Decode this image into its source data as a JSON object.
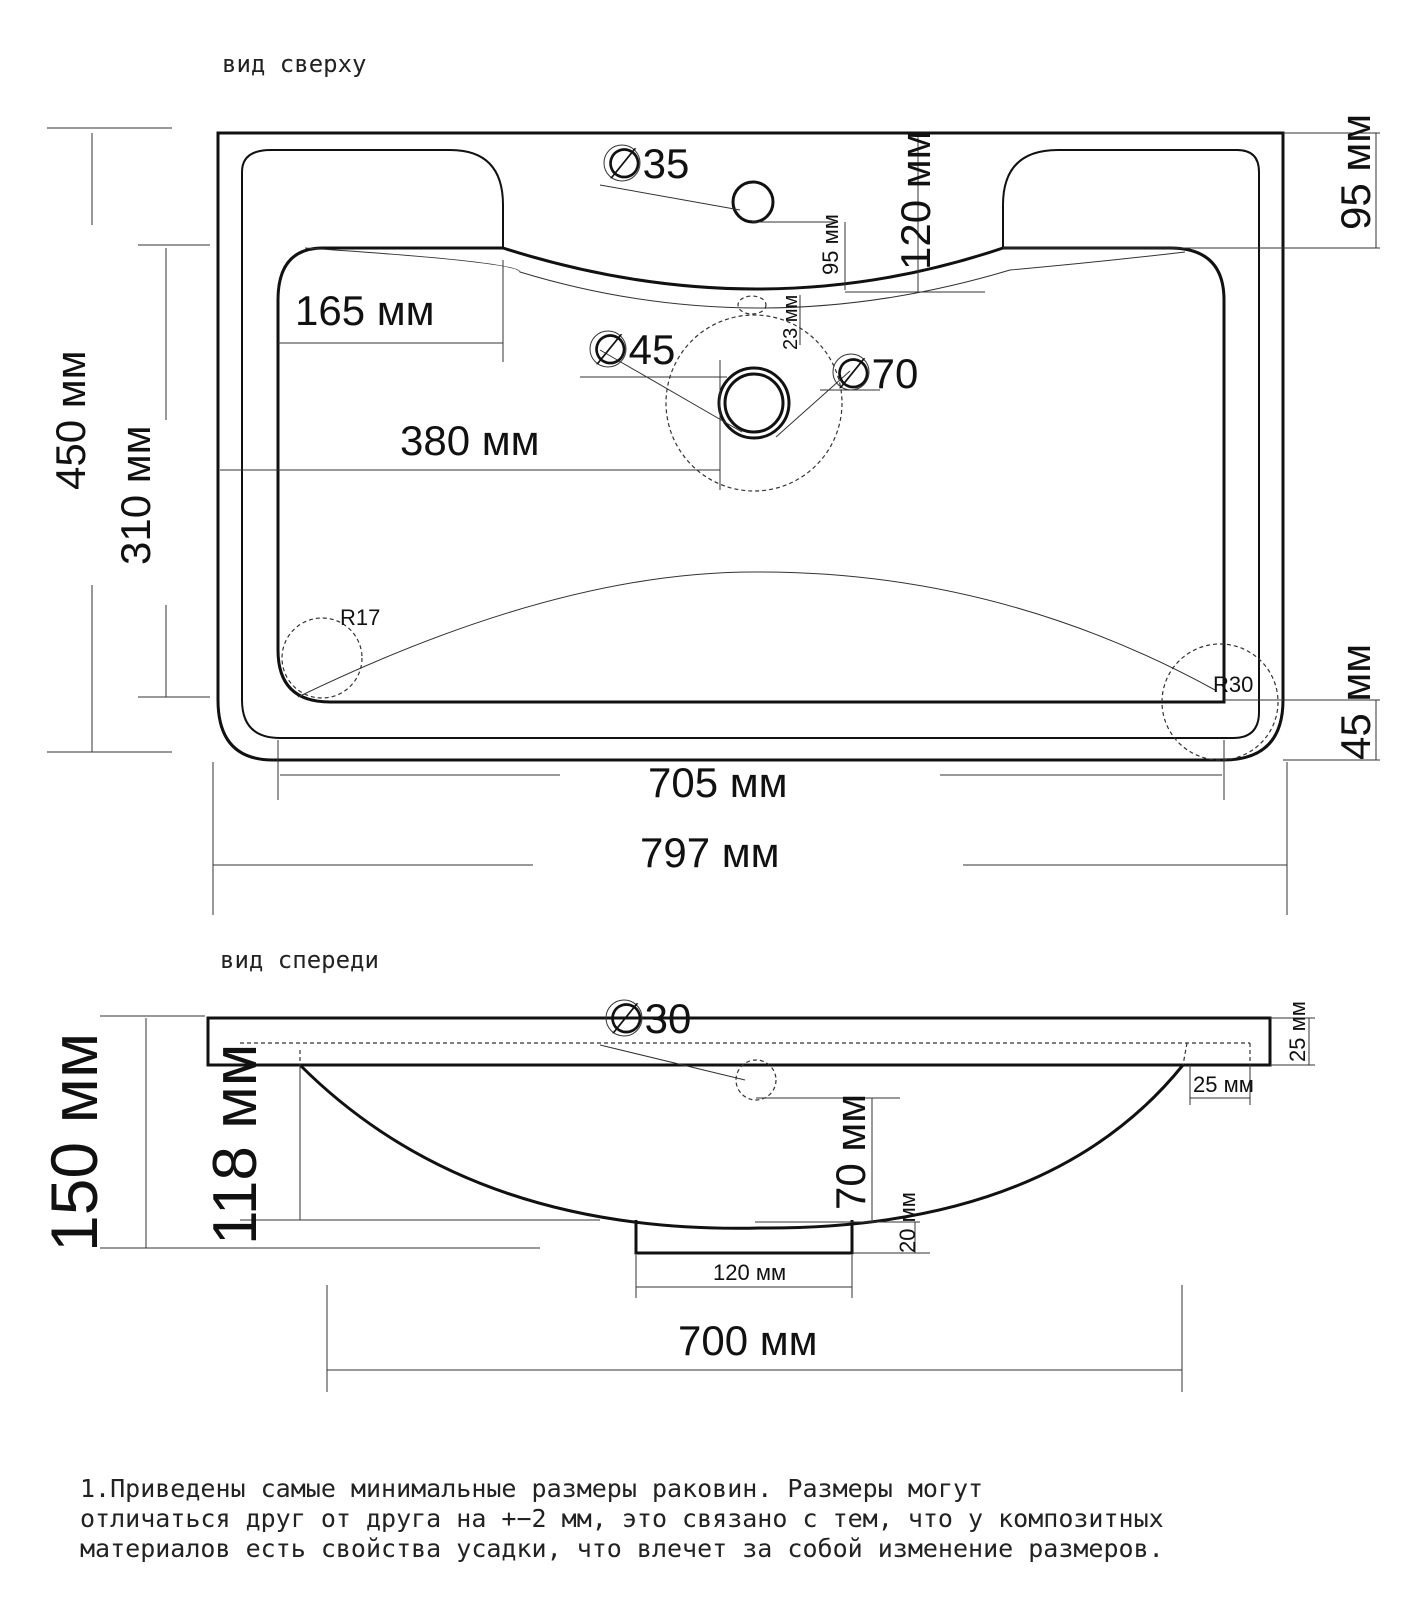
{
  "views": {
    "top_title": "вид сверху",
    "front_title": "вид спереди"
  },
  "top_view": {
    "dim_diameter_35": "∅35",
    "dim_120": "120 мм",
    "dim_95_right": "95 мм",
    "dim_95_small": "95 мм",
    "dim_165": "165 мм",
    "dim_23": "23 мм",
    "dim_diameter_45": "∅45",
    "dim_diameter_70": "∅70",
    "dim_380": "380 мм",
    "dim_450": "450 мм",
    "dim_310": "310 мм",
    "radius_17": "R17",
    "radius_30": "R30",
    "dim_45": "45 мм",
    "dim_705": "705 мм",
    "dim_797": "797 мм"
  },
  "front_view": {
    "dim_diameter_30": "∅30",
    "dim_150": "150 мм",
    "dim_118": "118 мм",
    "dim_25_vertical": "25 мм",
    "dim_25_horizontal": "25 мм",
    "dim_70": "70 мм",
    "dim_20": "20 мм",
    "dim_120": "120 мм",
    "dim_700": "700 мм"
  },
  "note": {
    "line1": "1.Приведены самые минимальные размеры раковин. Размеры могут",
    "line2": "отличаться друг от друга на +−2 мм, это связано с тем, что у композитных",
    "line3": "материалов есть свойства усадки, что влечет за собой изменение размеров."
  }
}
